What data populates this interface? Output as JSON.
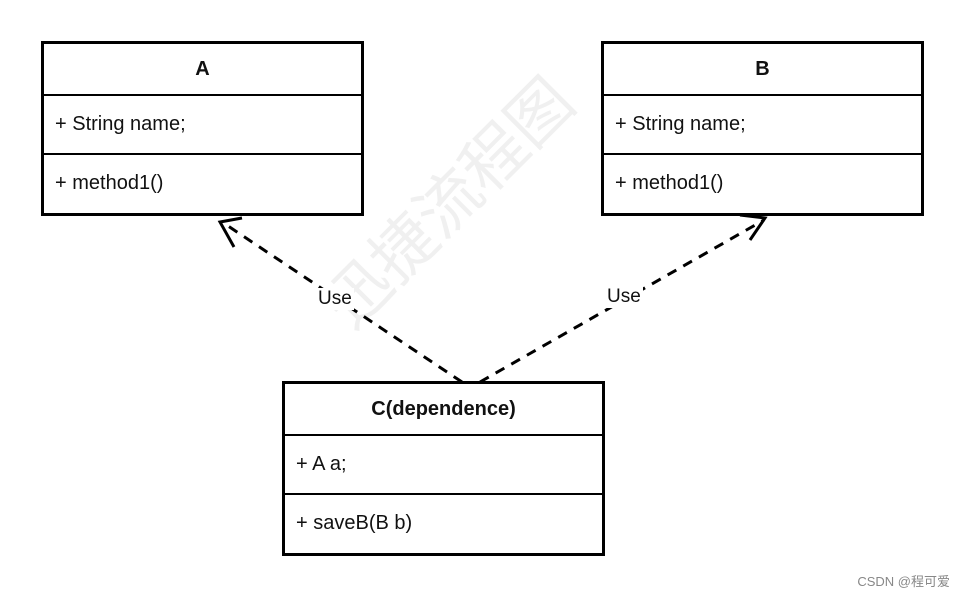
{
  "classes": {
    "a": {
      "title": "A",
      "attribute": "+ String name;",
      "method": "+ method1()"
    },
    "b": {
      "title": "B",
      "attribute": "+ String name;",
      "method": "+ method1()"
    },
    "c": {
      "title": "C(dependence)",
      "attribute": "+ A a;",
      "method": "+ saveB(B b)"
    }
  },
  "relations": {
    "c_to_a": {
      "label": "Use"
    },
    "c_to_b": {
      "label": "Use"
    }
  },
  "watermark": "迅捷流程图",
  "credit": "CSDN @程可爱"
}
